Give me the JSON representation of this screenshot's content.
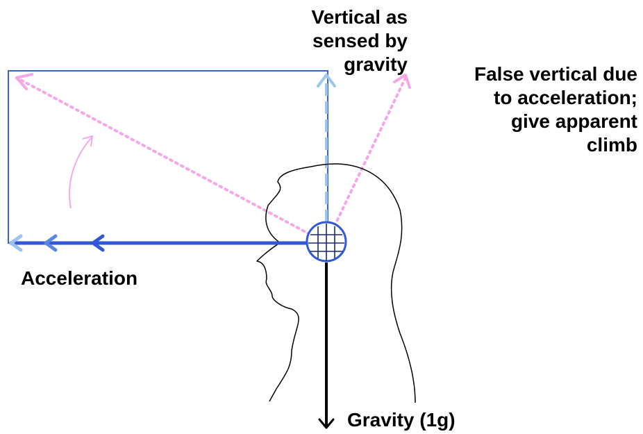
{
  "labels": {
    "vertical_sensed": [
      "Vertical as",
      "sensed by",
      "gravity"
    ],
    "false_vertical": [
      "False vertical due",
      "to acceleration;",
      "give apparent",
      "climb"
    ],
    "acceleration": "Acceleration",
    "gravity": "Gravity (1g)"
  },
  "colors": {
    "rectangle": "#3a5fd0",
    "acceleration_arrow": "#2f57d8",
    "acceleration_arrow_mid": "#5b86e0",
    "acceleration_arrow_light": "#9cc2ee",
    "gravity_arrow": "#000000",
    "sensed_vertical": "#9cc6ee",
    "false_vertical": "#f4a8e8",
    "head_outline": "#000000",
    "vestibular_circle": "#2f57d8",
    "vestibular_grid": "#1a2a6a"
  },
  "icons": {
    "head": "human-head-profile",
    "vestibular": "vestibular-organ-circle",
    "rotation": "curved-rotation-arrow"
  }
}
